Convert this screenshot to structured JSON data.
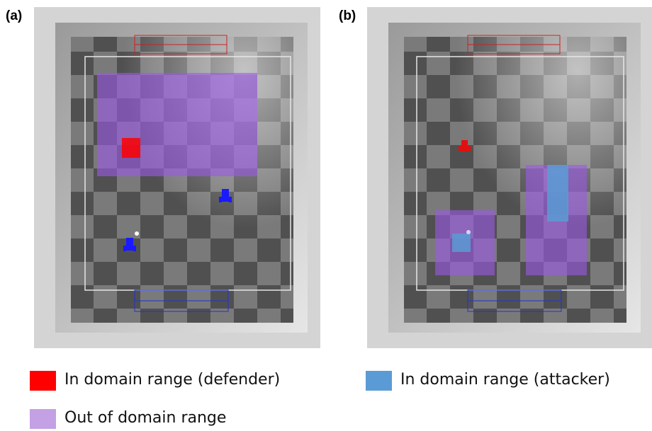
{
  "panels": [
    {
      "label": "(a)"
    },
    {
      "label": "(b)"
    }
  ],
  "legend": [
    {
      "text": "In domain range (defender)",
      "color": "#ff0000"
    },
    {
      "text": "In domain range (attacker)",
      "color": "#5b9bd5"
    },
    {
      "text": "Out of domain range",
      "color": "#c4a0e4"
    }
  ],
  "colors": {
    "out_of_domain": "#9b59e6",
    "defender": "#ff0000",
    "attacker": "#5b9bd5",
    "robot_blue": "#1a1aff",
    "robot_red": "#e01010"
  }
}
